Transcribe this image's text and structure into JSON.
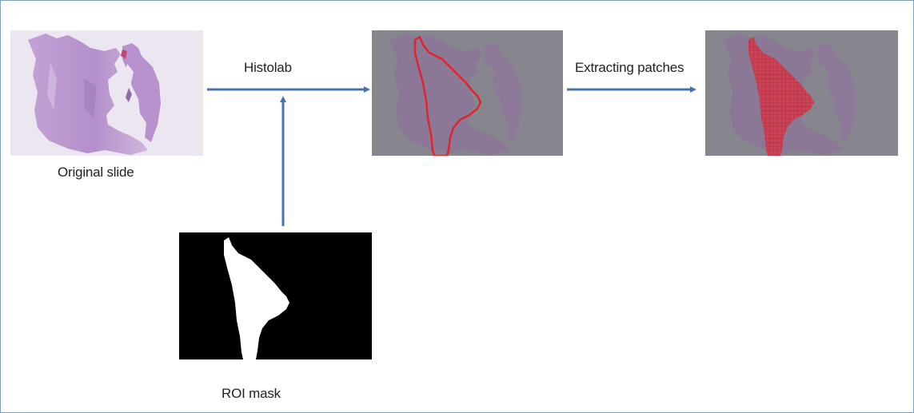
{
  "labels": {
    "original_slide": "Original slide",
    "roi_mask": "ROI mask",
    "histolab": "Histolab",
    "extracting_patches": "Extracting patches"
  },
  "colors": {
    "arrow": "#4a72b0",
    "slide_background": "#ece6f0",
    "tissue": "#b48fca",
    "overlay_background": "#87868f",
    "overlay_tissue": "#8b7896",
    "roi_outline": "#e0242b",
    "patch_fill": "#d8384a",
    "mask_background": "#000000",
    "mask_region": "#ffffff"
  },
  "icons": {
    "original_slide": "histology-slide-thumbnail",
    "roi_mask": "binary-mask-image",
    "histolab_output": "slide-with-roi-outline",
    "patches_output": "slide-with-patch-grid"
  }
}
